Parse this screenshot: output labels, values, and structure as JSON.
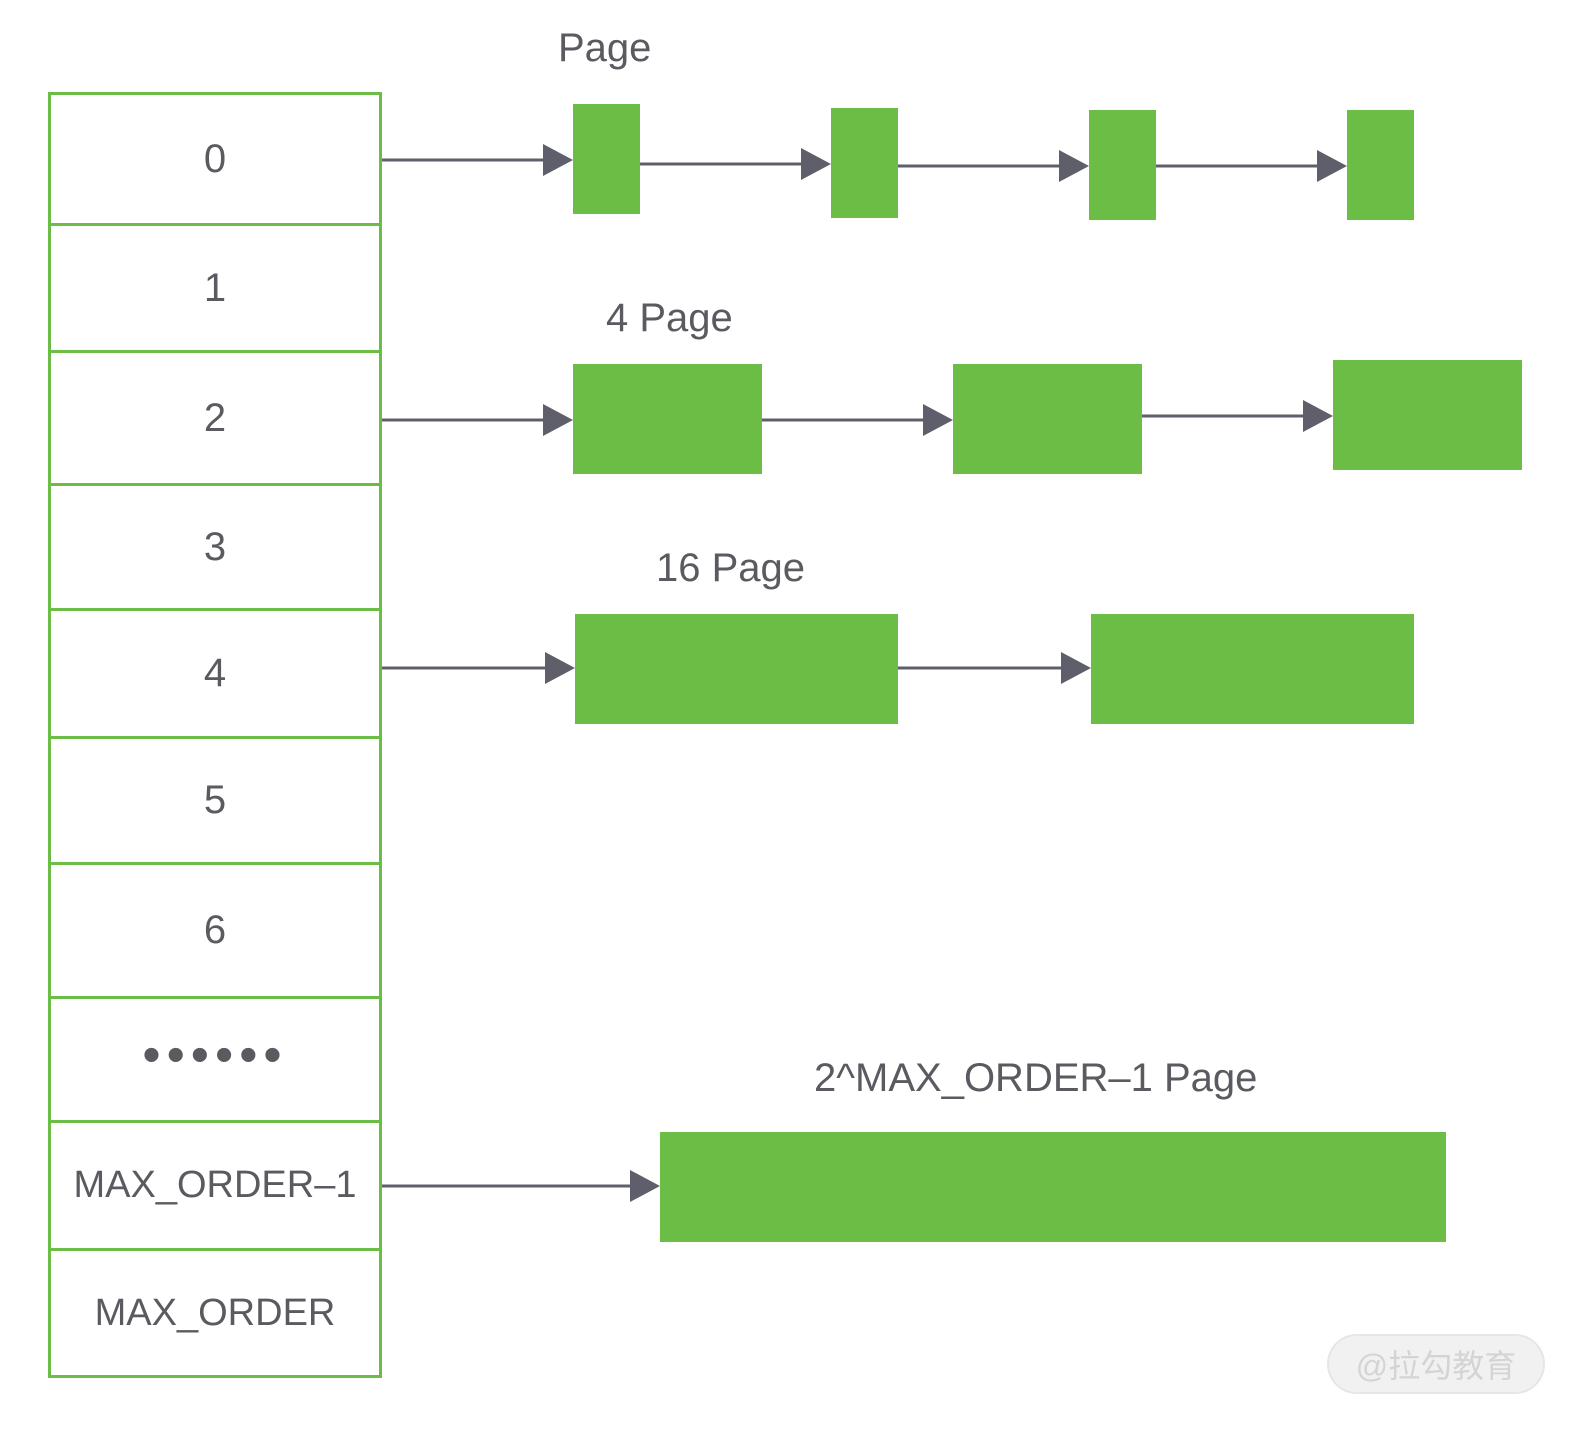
{
  "free_area": {
    "rows": [
      {
        "label": "0"
      },
      {
        "label": "1"
      },
      {
        "label": "2"
      },
      {
        "label": "3"
      },
      {
        "label": "4"
      },
      {
        "label": "5"
      },
      {
        "label": "6"
      },
      {
        "label": "••••••"
      },
      {
        "label": "MAX_ORDER–1"
      },
      {
        "label": "MAX_ORDER"
      }
    ]
  },
  "groups": [
    {
      "label": "Page",
      "from_row": "0",
      "block_count": 4
    },
    {
      "label": "4 Page",
      "from_row": "2",
      "block_count": 3
    },
    {
      "label": "16 Page",
      "from_row": "4",
      "block_count": 2
    },
    {
      "label": "2^MAX_ORDER–1 Page",
      "from_row": "MAX_ORDER–1",
      "block_count": 1
    }
  ],
  "colors": {
    "block": "#6cbd45",
    "table_border": "#6cbd45",
    "arrow": "#5f5f6b",
    "text": "#5a5a60"
  },
  "watermark": "@拉勾教育"
}
